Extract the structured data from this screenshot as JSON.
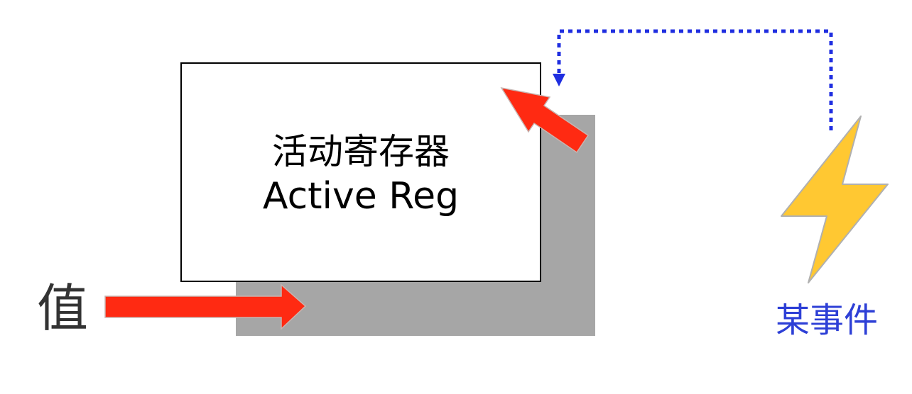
{
  "register": {
    "title": "活动寄存器",
    "subtitle": "Active Reg"
  },
  "input": {
    "label": "值"
  },
  "event": {
    "label": "某事件",
    "icon": "lightning-bolt-icon"
  },
  "colors": {
    "arrow": "#ff2a12",
    "arrow_outline": "#c8b4b0",
    "event_text": "#2d3fd6",
    "dotted_line": "#1f2ee0",
    "bolt_fill": "#ffc832",
    "bolt_stroke": "#b0b0b0",
    "shadow": "#a6a6a6"
  }
}
